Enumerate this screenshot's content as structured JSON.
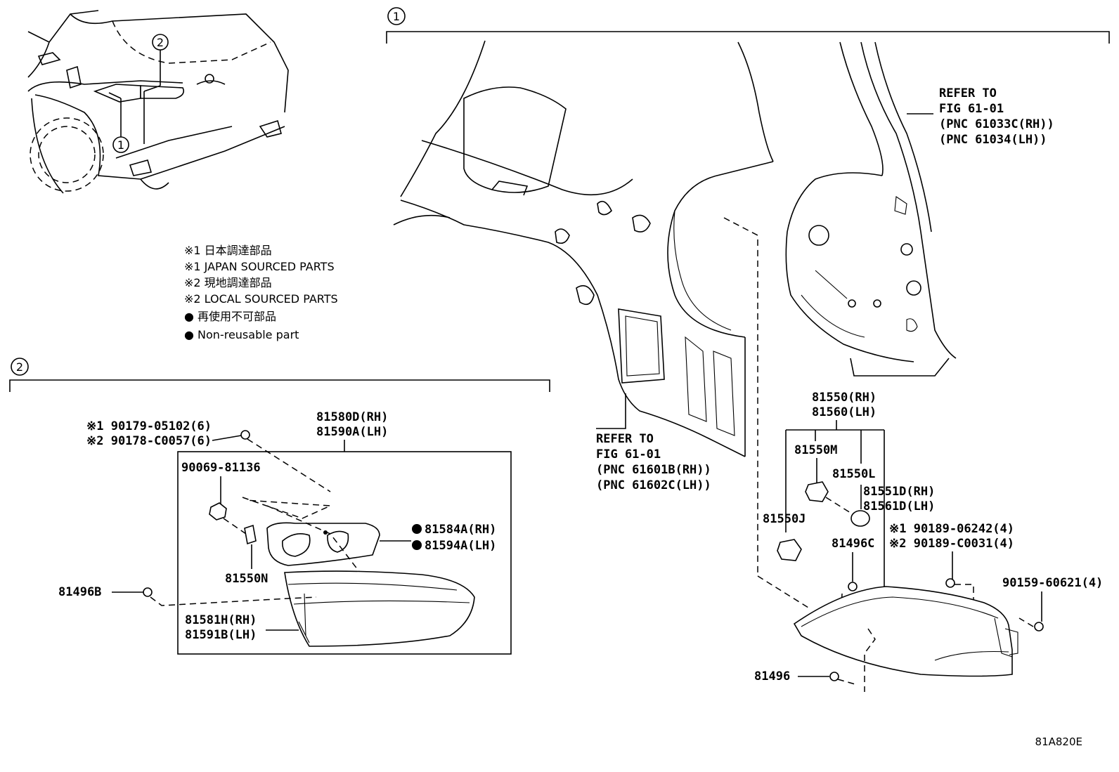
{
  "callouts": {
    "one": "1",
    "two": "2"
  },
  "legend": [
    "※1 日本調達部品",
    "※1 JAPAN SOURCED PARTS",
    "※2 現地調達部品",
    "※2 LOCAL SOURCED PARTS",
    "● 再使用不可部品",
    "● Non-reusable part"
  ],
  "refer_upper": [
    "REFER TO",
    "FIG 61-01",
    "(PNC 61033C(RH))",
    "(PNC 61034(LH))"
  ],
  "refer_lower": [
    "REFER TO",
    "FIG 61-01",
    "(PNC 61601B(RH))",
    "(PNC 61602C(LH))"
  ],
  "section2": {
    "screw": [
      "※1 90179-05102(6)",
      "※2 90178-C0057(6)"
    ],
    "housing": [
      "81580D(RH)",
      "81590A(LH)"
    ],
    "nut": "90069-81136",
    "gasket": [
      "81584A(RH)",
      "81594A(LH)"
    ],
    "bulb_socket": "81550N",
    "clip": "81496B",
    "lens": [
      "81581H(RH)",
      "81591B(LH)"
    ]
  },
  "section1": {
    "lamp": [
      "81550(RH)",
      "81560(LH)"
    ],
    "socket_m": "81550M",
    "socket_l": "81550L",
    "lens_d": [
      "81551D(RH)",
      "81561D(LH)"
    ],
    "socket_j": "81550J",
    "clip_c": "81496C",
    "bolt": [
      "※1 90189-06242(4)",
      "※2 90189-C0031(4)"
    ],
    "screw": "90159-60621(4)",
    "clip": "81496"
  },
  "figure_code": "81A820E"
}
